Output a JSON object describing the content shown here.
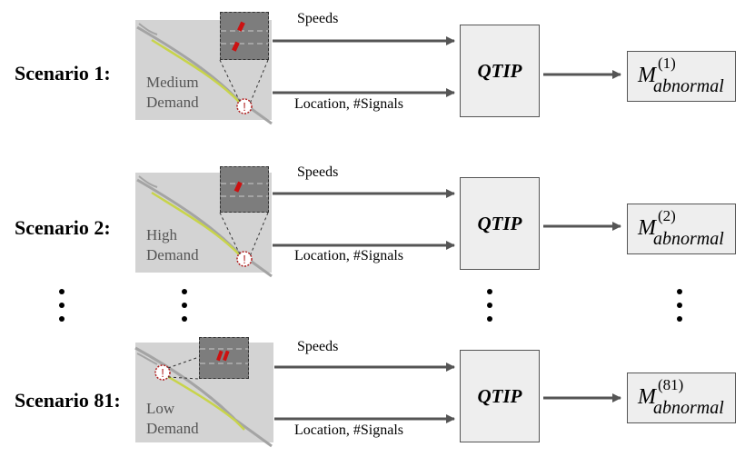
{
  "scenarios": [
    {
      "label": "Scenario 1:",
      "demand_line1": "Medium",
      "demand_line2": "Demand",
      "edge_top": "Speeds",
      "edge_bottom": "Location, #Signals",
      "process": "QTIP",
      "output_symbol": "M",
      "output_superscript": "(1)",
      "output_subscript": "abnormal"
    },
    {
      "label": "Scenario 2:",
      "demand_line1": "High",
      "demand_line2": "Demand",
      "edge_top": "Speeds",
      "edge_bottom": "Location, #Signals",
      "process": "QTIP",
      "output_symbol": "M",
      "output_superscript": "(2)",
      "output_subscript": "abnormal"
    },
    {
      "label": "Scenario 81:",
      "demand_line1": "Low",
      "demand_line2": "Demand",
      "edge_top": "Speeds",
      "edge_bottom": "Location, #Signals",
      "process": "QTIP",
      "output_symbol": "M",
      "output_superscript": "(81)",
      "output_subscript": "abnormal"
    }
  ],
  "colors": {
    "map_background": "#d3d3d3",
    "road": "#a4a4a4",
    "route_highlight": "#c8d44a",
    "inset_road": "#7d7d7d",
    "signal_red": "#cc1111",
    "incident_marker": "#b22222",
    "box_fill": "#eeeeee",
    "arrow": "#555555"
  }
}
